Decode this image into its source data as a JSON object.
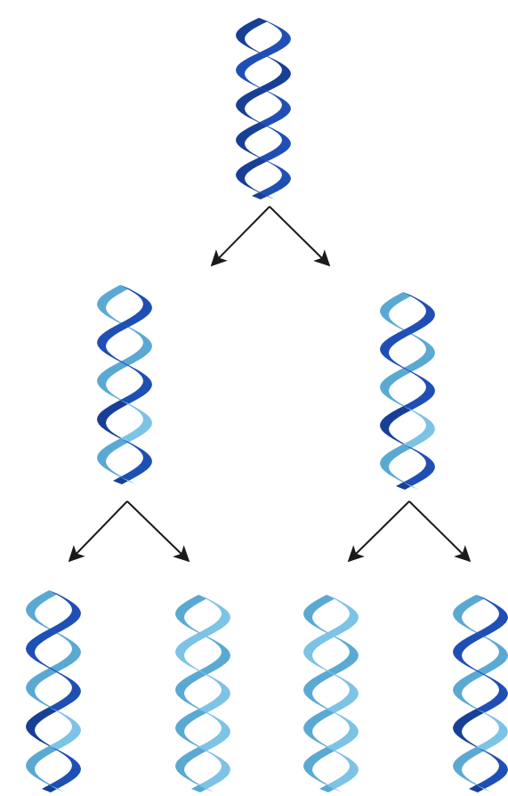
{
  "diagram": {
    "type": "semiconservative-dna-replication",
    "colors": {
      "parental_strand": "#1f4fb5",
      "parental_strand_dark": "#173f96",
      "new_strand": "#7cc3e6",
      "new_strand_dark": "#5aa9d3",
      "arrow": "#1a1a1a",
      "background": "#ffffff"
    },
    "generations": [
      {
        "label": "",
        "molecules": [
          {
            "strand_a": "parental",
            "strand_b": "parental"
          }
        ]
      },
      {
        "label": "",
        "molecules": [
          {
            "strand_a": "parental",
            "strand_b": "new"
          },
          {
            "strand_a": "parental",
            "strand_b": "new"
          }
        ]
      },
      {
        "label": "",
        "molecules": [
          {
            "strand_a": "parental",
            "strand_b": "new"
          },
          {
            "strand_a": "new",
            "strand_b": "new"
          },
          {
            "strand_a": "new",
            "strand_b": "new"
          },
          {
            "strand_a": "parental",
            "strand_b": "new"
          }
        ]
      }
    ]
  }
}
